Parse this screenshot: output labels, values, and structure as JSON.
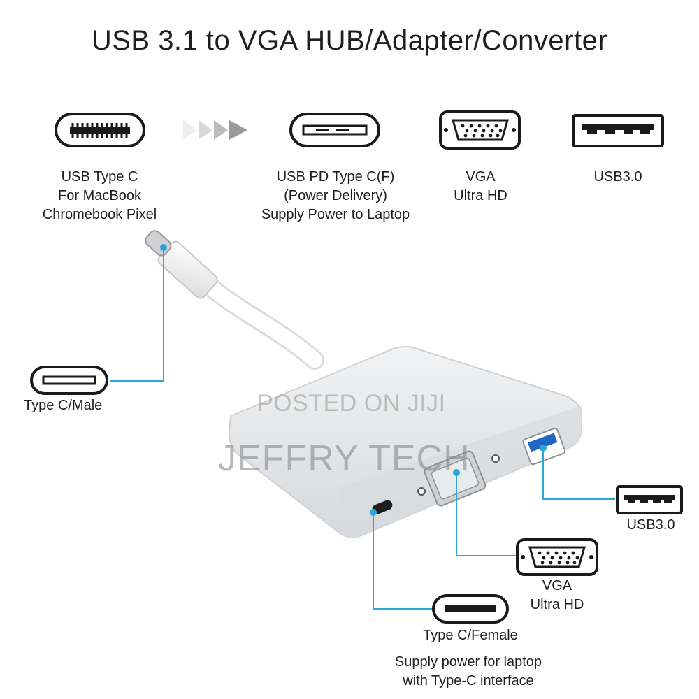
{
  "title": "USB 3.1 to VGA HUB/Adapter/Converter",
  "top_icons": {
    "usb_c": [
      "USB Type C",
      "For MacBook",
      "Chromebook Pixel"
    ],
    "pd": [
      "USB PD Type C(F)",
      "(Power Delivery)",
      "Supply Power to Laptop"
    ],
    "vga": [
      "VGA",
      "Ultra HD"
    ],
    "usb3": [
      "USB3.0"
    ]
  },
  "callouts": {
    "type_c_male": "Type C/Male",
    "usb3": "USB3.0",
    "vga": [
      "VGA",
      "Ultra HD"
    ],
    "type_c_female": "Type C/Female",
    "supply": [
      "Supply power for laptop",
      "with Type-C interface"
    ]
  },
  "watermark": {
    "line1": "POSTED ON JIJI",
    "line2": "JEFFRY TECH"
  },
  "colors": {
    "accent": "#2aa7d8",
    "icon_stroke": "#1a1a1a",
    "device_body": "#e3e4e6"
  }
}
